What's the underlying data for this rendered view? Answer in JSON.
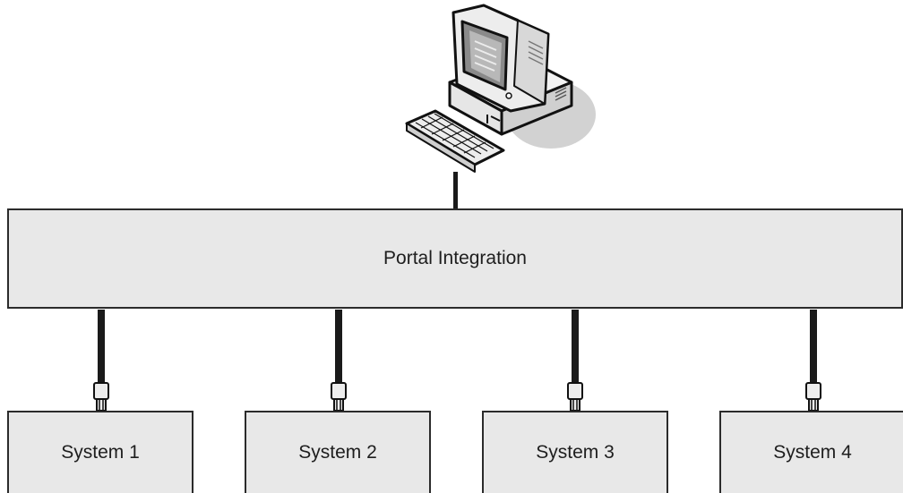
{
  "portal": {
    "label": "Portal Integration"
  },
  "systems": [
    {
      "label": "System 1"
    },
    {
      "label": "System 2"
    },
    {
      "label": "System 3"
    },
    {
      "label": "System 4"
    }
  ],
  "icons": {
    "workstation": "desktop-computer-icon",
    "connector": "connector-plug-icon"
  },
  "colors": {
    "box_fill": "#e8e8e8",
    "box_border": "#2b2b2b",
    "cable": "#1a1a1a",
    "text": "#1e1e1e"
  }
}
